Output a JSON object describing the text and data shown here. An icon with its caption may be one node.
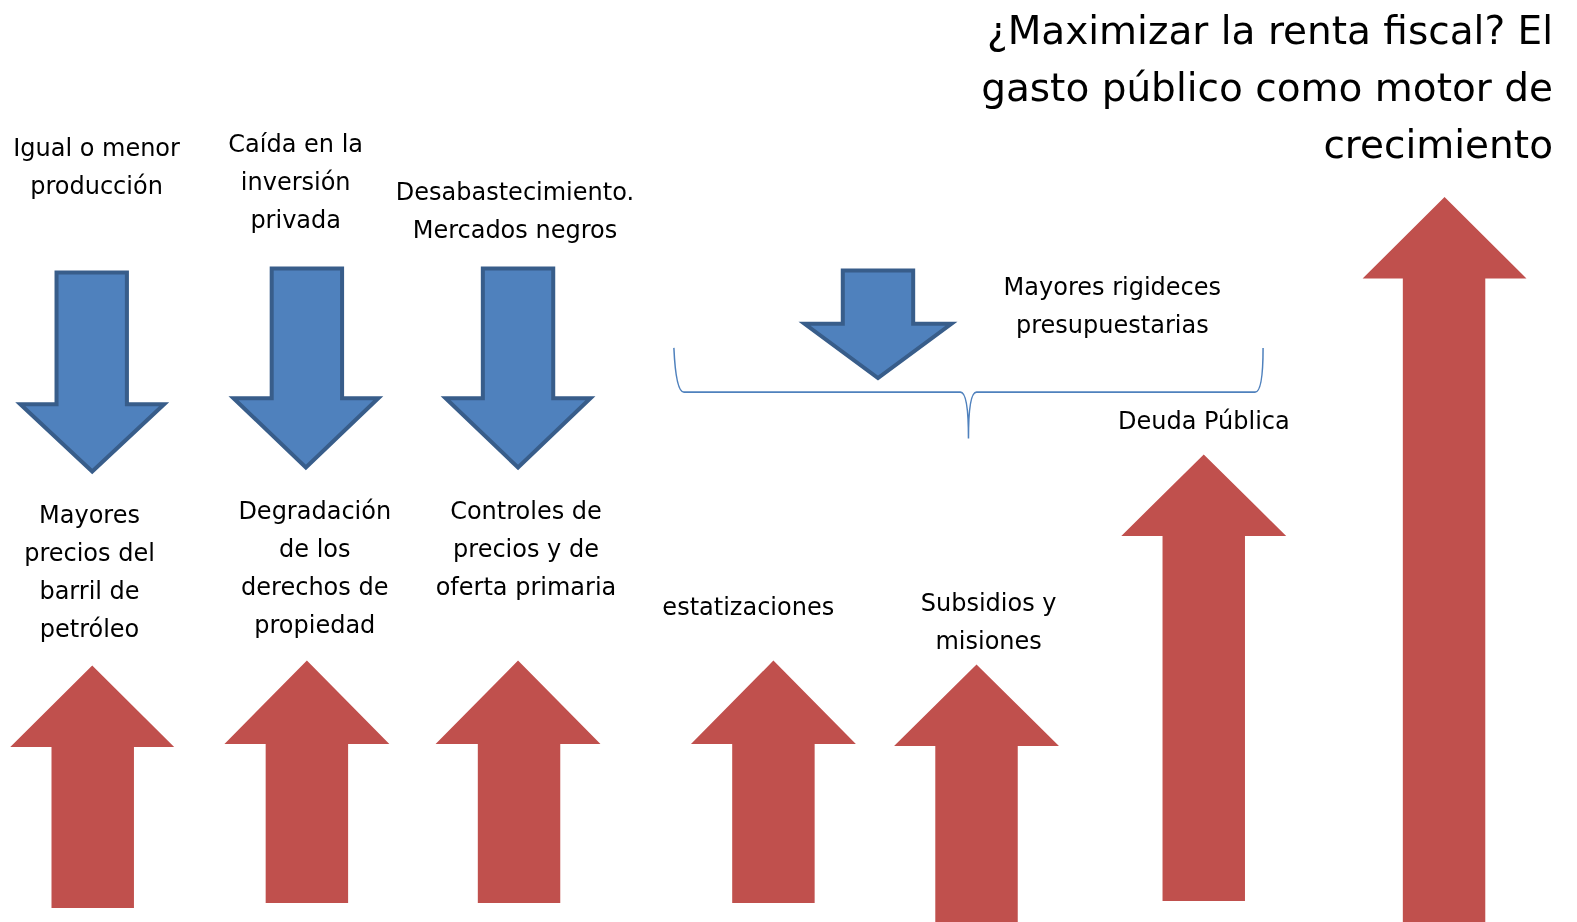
{
  "diagram": {
    "title": "¿Maximizar la renta fiscal? El gasto público como motor de crecimiento",
    "labels": [
      "Igual o menor producción",
      "Caída en la inversión privada",
      "Desabastecimiento. Mercados negros",
      "Mayores rigideces presupuestarias",
      "Deuda Pública",
      "Mayores precios del barril de petróleo",
      "Degradación de los derechos de propiedad",
      "Controles de precios y de oferta primaria",
      "estatizaciones",
      "Subsidios y misiones"
    ]
  }
}
